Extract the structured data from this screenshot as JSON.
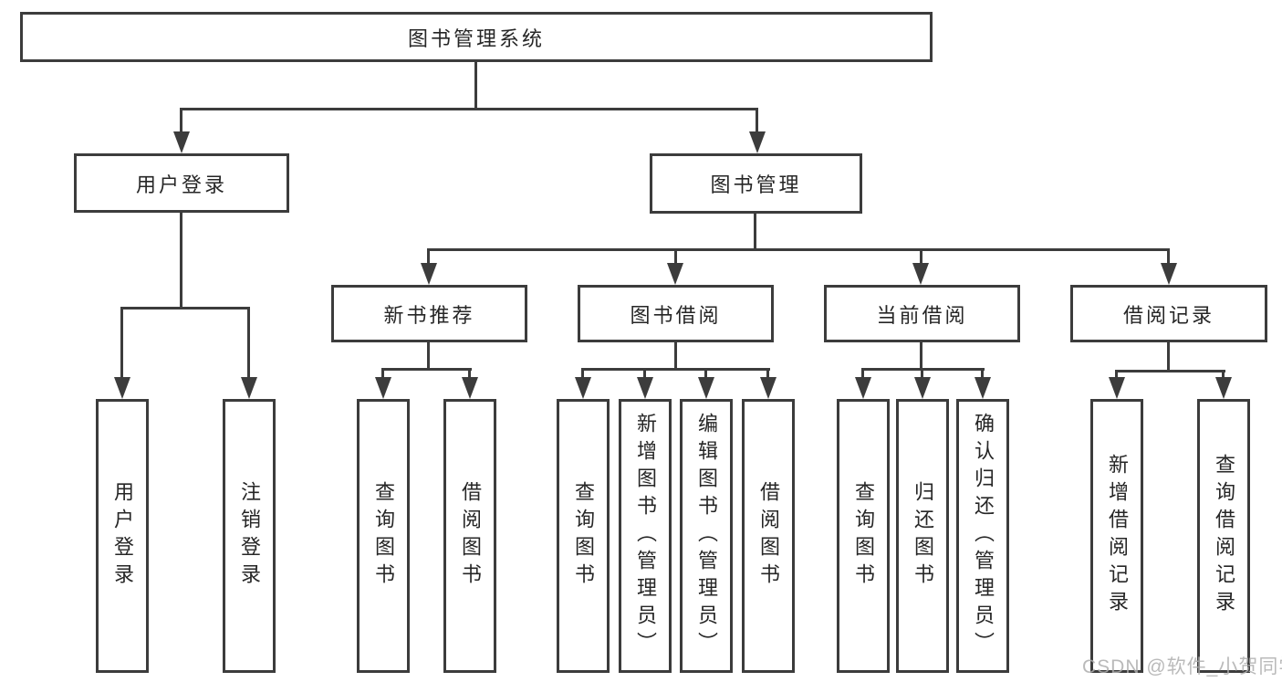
{
  "diagram": {
    "title": "图书管理系统",
    "tree": {
      "label": "图书管理系统",
      "children": [
        {
          "label": "用户登录",
          "children": [
            {
              "label": "用户登录"
            },
            {
              "label": "注销登录"
            }
          ]
        },
        {
          "label": "图书管理",
          "children": [
            {
              "label": "新书推荐",
              "children": [
                {
                  "label": "查询图书"
                },
                {
                  "label": "借阅图书"
                }
              ]
            },
            {
              "label": "图书借阅",
              "children": [
                {
                  "label": "查询图书"
                },
                {
                  "label": "新增图书（管理员）"
                },
                {
                  "label": "编辑图书（管理员）"
                },
                {
                  "label": "借阅图书"
                }
              ]
            },
            {
              "label": "当前借阅",
              "children": [
                {
                  "label": "查询图书"
                },
                {
                  "label": "归还图书"
                },
                {
                  "label": "确认归还（管理员）"
                }
              ]
            },
            {
              "label": "借阅记录",
              "children": [
                {
                  "label": "新增借阅记录"
                },
                {
                  "label": "查询借阅记录"
                }
              ]
            }
          ]
        }
      ]
    }
  },
  "watermark": {
    "text": "CSDN @软件_小贺同学"
  },
  "colors": {
    "line": "#3c3c3c",
    "text": "#262626",
    "watermark": "#aeaeae",
    "background": "#ffffff"
  }
}
